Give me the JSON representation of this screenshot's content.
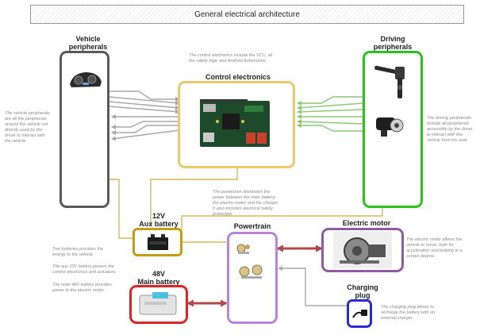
{
  "title": "General electrical architecture",
  "nodes": {
    "vehicle_peripherals": {
      "label": "Vehicle\nperipherals",
      "color": "#5a5a5a"
    },
    "control_electronics": {
      "label": "Control electronics",
      "color": "#e9c96a"
    },
    "driving_peripherals": {
      "label": "Driving\nperipherals",
      "color": "#29c41b"
    },
    "aux_battery": {
      "label": "12V\nAux battery",
      "color": "#c79b12"
    },
    "powertrain": {
      "label": "Powertrain",
      "color": "#b784d8"
    },
    "electric_motor": {
      "label": "Electric motor",
      "color": "#8d5da0"
    },
    "main_battery": {
      "label": "48V\nMain battery",
      "color": "#e02424"
    },
    "charging_plug": {
      "label": "Charging\nplug",
      "color": "#2b2bd6"
    }
  },
  "notes": {
    "control": "The control electronics include the VCU, all\nthe safety logic and Android Automotive.",
    "vehicle": "The vehicle peripherals\nare all the peripherals\naround the vehicle not\ndirectly used by the\ndriver to interact with\nthe vehicle.",
    "driving": "The driving peripherals\ninclude all peripherals\naccessible by the driver\nto interact with the\nvehicle from his seat.",
    "powertrain": "The powertrain distributes the\npower between the main battery,\nthe electric motor and the charger.\nIt also includes electrical safety\nprotection.",
    "batteries_1": "Two batteries provides the\nenergy to the vehicle.",
    "batteries_2": "The aux 12V battery powers the\ncontrol electronics and actuators.",
    "batteries_3": "The main 48V battery provides\npower to the electric motor.",
    "motor": "The electric motor allows the\nvehicle to move, both for\nacceleration and braking to a\ncertain degree.",
    "charging": "The charging plug allows to\nrecharge the battery with an\nexternal charger."
  },
  "colors": {
    "wire_gray": "#a8a8a8",
    "wire_green": "#8cc874",
    "wire_gold": "#dcb65a",
    "power_arrow": "#b24848"
  }
}
